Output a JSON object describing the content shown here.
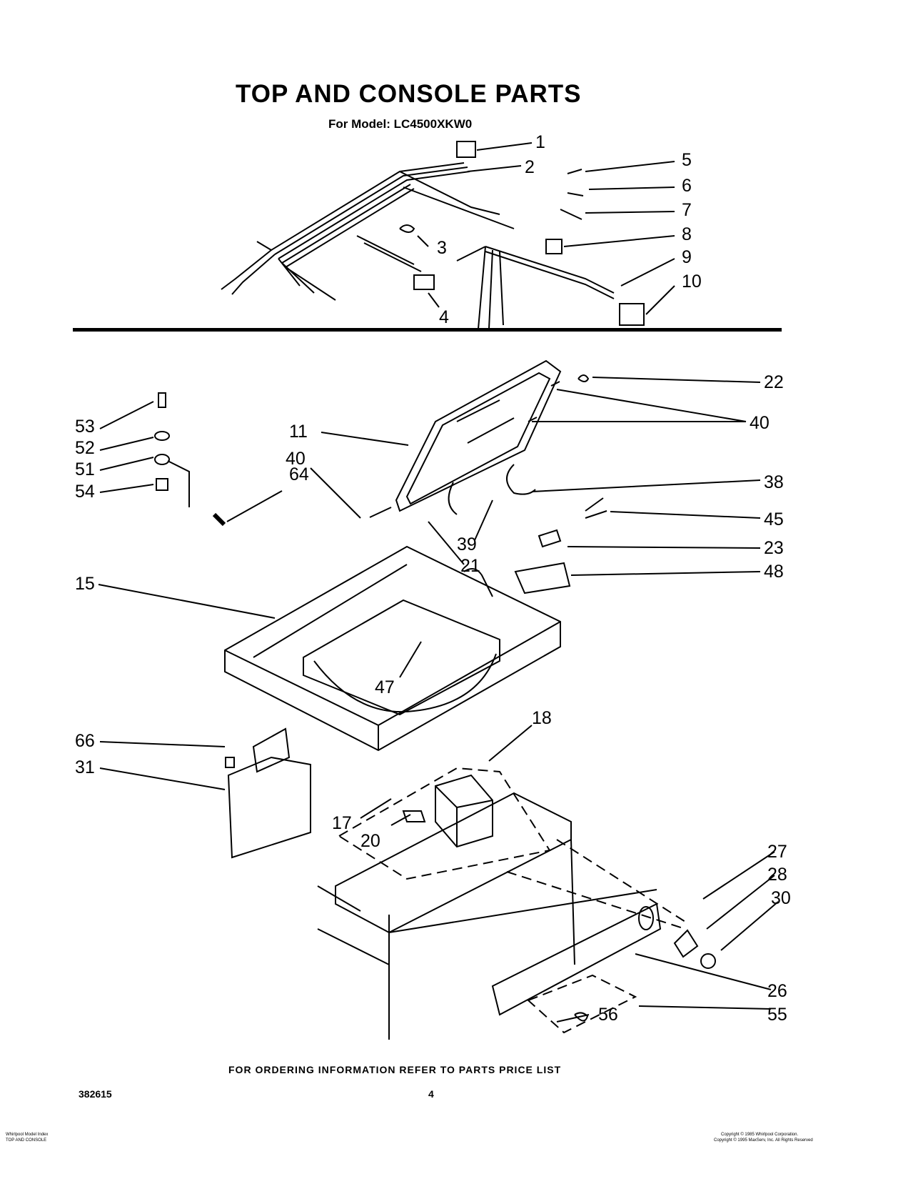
{
  "title": "TOP AND CONSOLE PARTS",
  "model_line": "For Model: LC4500XKW0",
  "callouts_top": [
    "1",
    "2",
    "3",
    "4",
    "5",
    "6",
    "7",
    "8",
    "9",
    "10"
  ],
  "callouts_main": [
    "22",
    "40",
    "11",
    "40",
    "38",
    "45",
    "23",
    "48",
    "21",
    "39",
    "47",
    "15",
    "53",
    "52",
    "51",
    "54",
    "64",
    "18",
    "66",
    "31",
    "17",
    "20",
    "27",
    "28",
    "30",
    "26",
    "55",
    "56"
  ],
  "footer": "FOR ORDERING INFORMATION REFER TO PARTS PRICE LIST",
  "doc_number": "382615",
  "page_number": "4",
  "copyright_right_1": "Copyright © 1985 Whirlpool Corporation.",
  "copyright_right_2": "Copyright © 1995 MaxServ, Inc. All Rights Reserved",
  "left_small_1": "Whirlpool Model Index",
  "left_small_2": "TOP AND CONSOLE"
}
